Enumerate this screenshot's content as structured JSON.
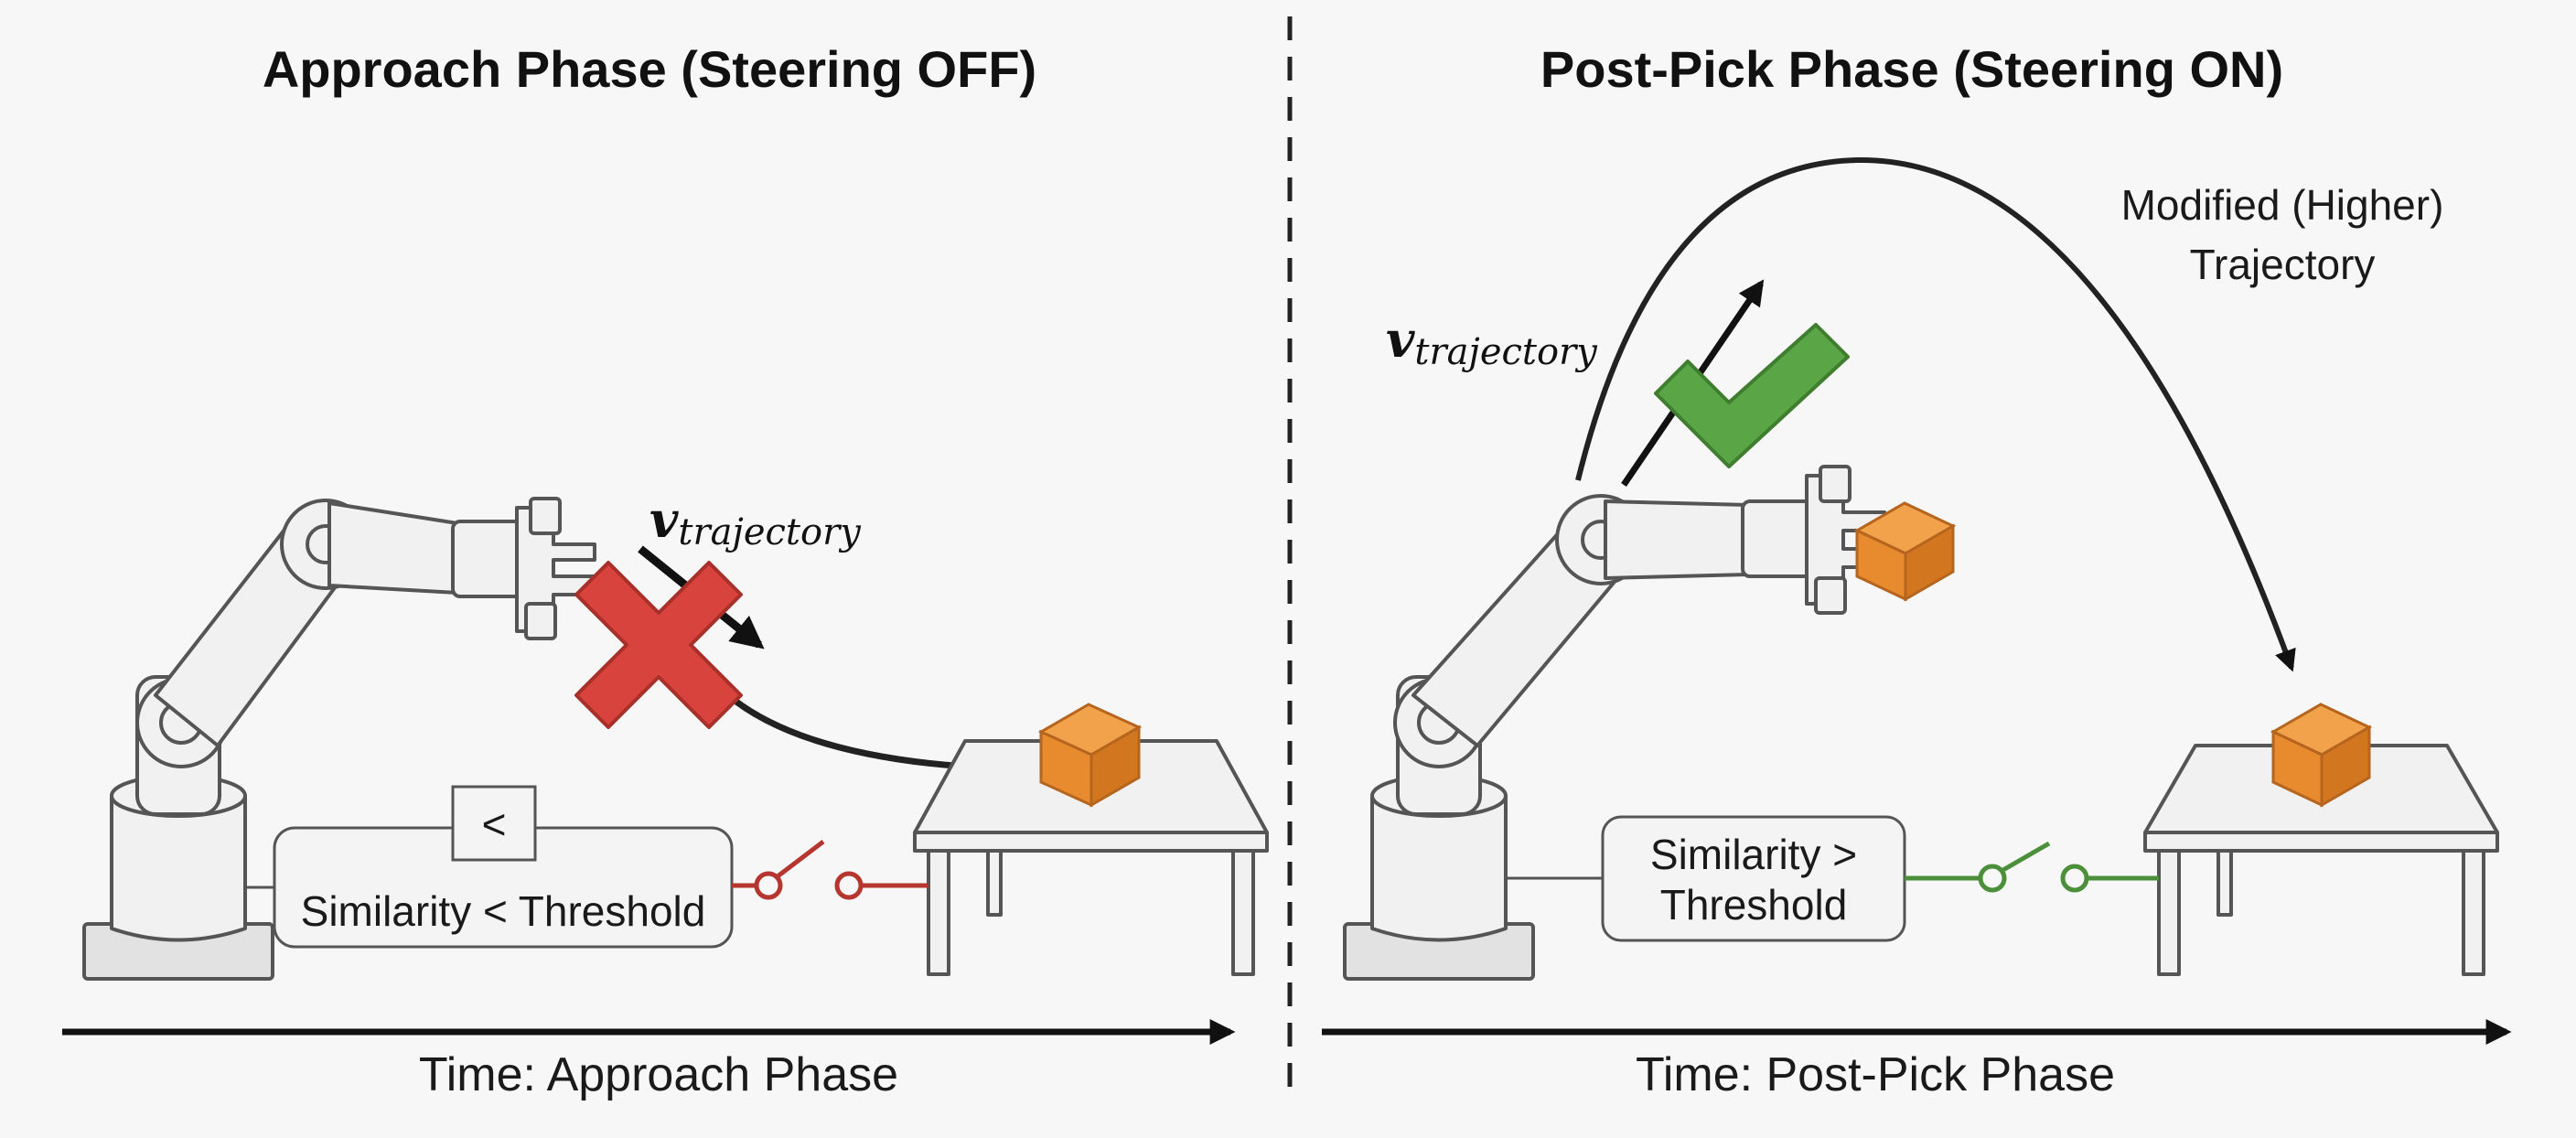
{
  "left": {
    "title": "Approach Phase (Steering OFF)",
    "velocity_symbol": "v",
    "velocity_subscript": "trajectory",
    "comparator_symbol": "<",
    "condition": "Similarity < Threshold",
    "timeline": "Time: Approach Phase",
    "switch_state": "open",
    "status_icon": "x-mark-icon",
    "colors": {
      "switch": "#b5362f",
      "mark": "#d9433d",
      "cube": "#e88a2e"
    }
  },
  "right": {
    "title": "Post-Pick Phase (Steering ON)",
    "velocity_symbol": "v",
    "velocity_subscript": "trajectory",
    "trajectory_label_line1": "Modified (Higher)",
    "trajectory_label_line2": "Trajectory",
    "condition_line1": "Similarity >",
    "condition_line2": "Threshold",
    "timeline": "Time: Post-Pick Phase",
    "switch_state": "closed",
    "status_icon": "check-mark-icon",
    "colors": {
      "switch": "#4b8f3a",
      "mark": "#5aa646",
      "cube": "#e88a2e"
    }
  }
}
